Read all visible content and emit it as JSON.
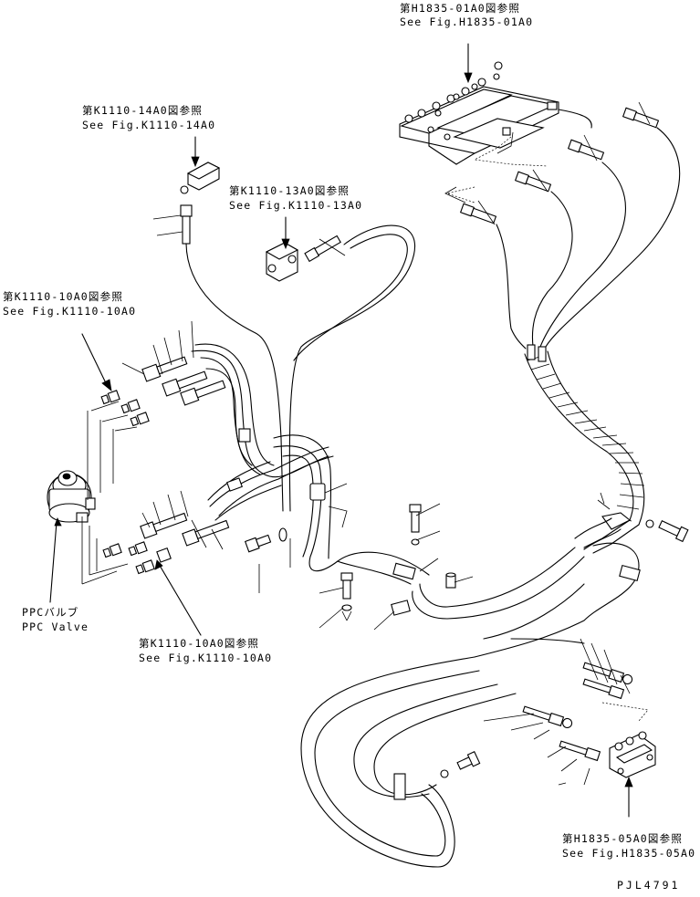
{
  "refs": {
    "h1835_01a0": {
      "jp": "第H1835-01A0図参照",
      "en": "See Fig.H1835-01A0"
    },
    "k1110_14a0": {
      "jp": "第K1110-14A0図参照",
      "en": "See Fig.K1110-14A0"
    },
    "k1110_13a0": {
      "jp": "第K1110-13A0図参照",
      "en": "See Fig.K1110-13A0"
    },
    "k1110_10a0_top": {
      "jp": "第K1110-10A0図参照",
      "en": "See Fig.K1110-10A0"
    },
    "k1110_10a0_bottom": {
      "jp": "第K1110-10A0図参照",
      "en": "See Fig.K1110-10A0"
    },
    "h1835_05a0": {
      "jp": "第H1835-05A0図参照",
      "en": "See Fig.H1835-05A0"
    }
  },
  "ppc": {
    "jp": "PPCバルブ",
    "en": "PPC Valve"
  },
  "drawing_number": "PJL4791"
}
